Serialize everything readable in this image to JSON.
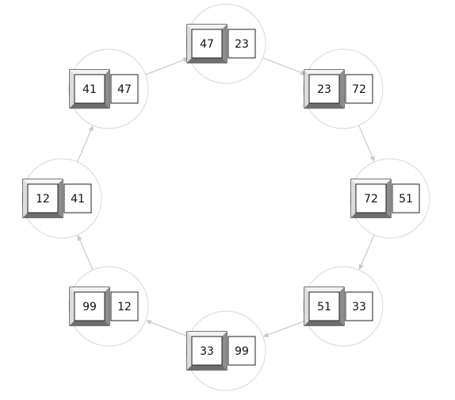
{
  "diagram": {
    "nodes": [
      {
        "value": "47",
        "next": "23"
      },
      {
        "value": "23",
        "next": "72"
      },
      {
        "value": "72",
        "next": "51"
      },
      {
        "value": "51",
        "next": "33"
      },
      {
        "value": "33",
        "next": "99"
      },
      {
        "value": "99",
        "next": "12"
      },
      {
        "value": "12",
        "next": "41"
      },
      {
        "value": "41",
        "next": "47"
      }
    ],
    "colors": {
      "circle_stroke": "#d9d9d9",
      "edge": "#c9c9c9",
      "box_stroke": "#222222",
      "text": "#111111"
    }
  }
}
